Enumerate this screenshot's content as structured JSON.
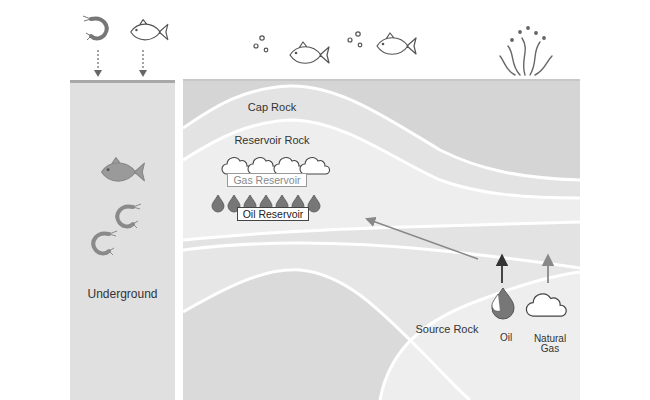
{
  "diagram": {
    "nodes": [
      {
        "text": [
          "Underground"
        ]
      },
      {
        "text": [
          "Gas Reservoir"
        ]
      },
      {
        "text": [
          "Oil Reservoir"
        ]
      }
    ],
    "labels": [
      "Cap Rock",
      "Reservoir Rock",
      "Source Rock",
      "Oil",
      "Natural Gas"
    ]
  }
}
